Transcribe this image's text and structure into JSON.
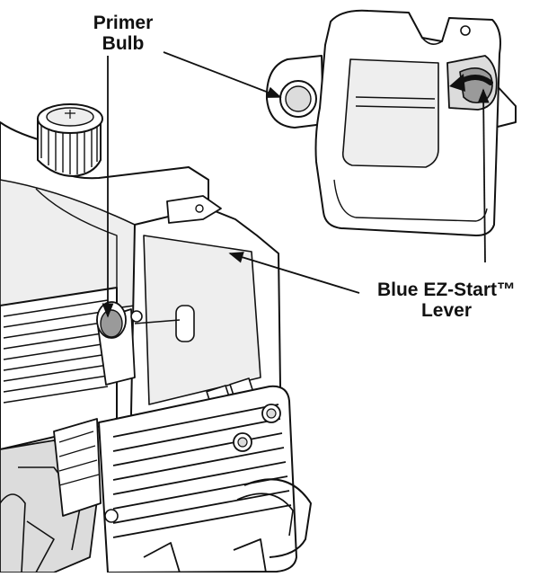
{
  "colors": {
    "line": "#111111",
    "fill": "#ffffff",
    "shade_light": "#eeeeee",
    "shade_mid": "#dcdcdc",
    "shade_dark": "#9a9a9a"
  },
  "icons": [
    "primer-bulb-icon",
    "blue-lever-icon",
    "curved-arrow-icon"
  ],
  "labels": {
    "primer_line1": "Primer",
    "primer_line2": "Bulb",
    "lever_line1": "Blue EZ-Start™",
    "lever_line2": "Lever"
  }
}
